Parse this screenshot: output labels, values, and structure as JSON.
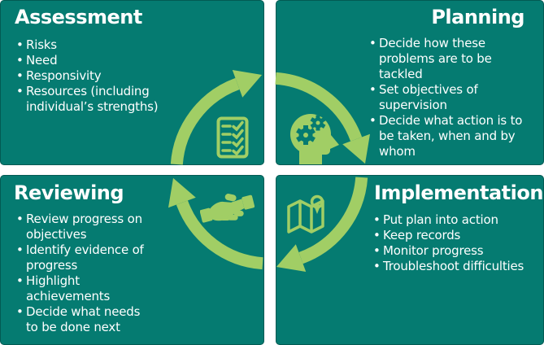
{
  "diagram": {
    "type": "cycle",
    "flow_direction": "clockwise",
    "colors": {
      "quadrant_background": "#057B71",
      "arrow_accent": "#A1CE65",
      "text": "#FFFFFF",
      "page_background": "#FFFFFF"
    },
    "quadrants": [
      {
        "id": "assessment",
        "title": "Assessment",
        "icon": "checklist-icon",
        "bullets": [
          "Risks",
          "Need",
          "Responsivity",
          "Resources (including individual’s strengths)"
        ]
      },
      {
        "id": "planning",
        "title": "Planning",
        "icon": "head-gears-icon",
        "bullets": [
          "Decide how these problems are to be tackled",
          "Set objectives of supervision",
          "Decide what action is to be taken, when and by whom"
        ]
      },
      {
        "id": "reviewing",
        "title": "Reviewing",
        "icon": "handshake-icon",
        "bullets": [
          "Review progress on objectives",
          "Identify evidence of progress",
          "Highlight achievements",
          "Decide what needs to be done next"
        ]
      },
      {
        "id": "implementation",
        "title": "Implementation",
        "icon": "map-pin-icon",
        "bullets": [
          "Put plan into action",
          "Keep records",
          "Monitor progress",
          "Troubleshoot difficulties"
        ]
      }
    ]
  }
}
